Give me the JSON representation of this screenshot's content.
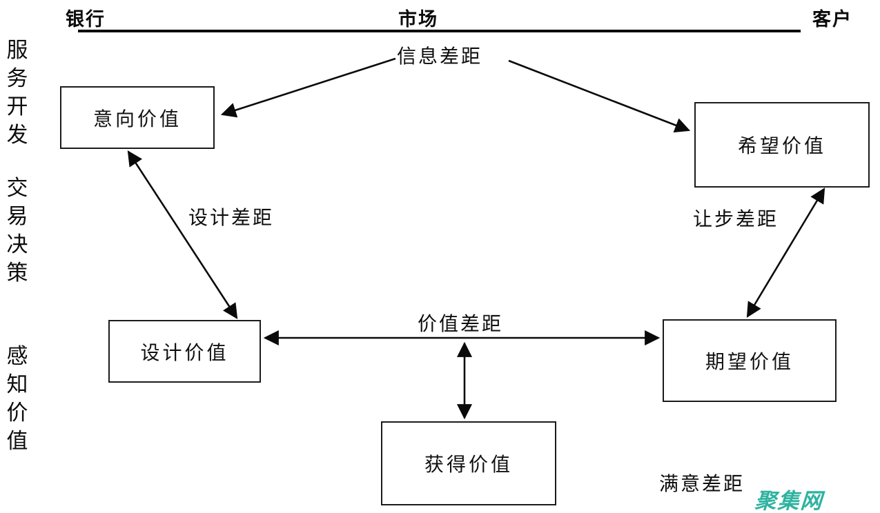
{
  "header": {
    "bank": "银行",
    "market": "市场",
    "customer": "客户"
  },
  "side_labels": [
    "服务开发",
    "交易决策",
    "感知价值"
  ],
  "nodes": {
    "intent": "意向价值",
    "hope": "希望价值",
    "design": "设计价值",
    "expect": "期望价值",
    "obtain": "获得价值"
  },
  "gaps": {
    "information": "信息差距",
    "design": "设计差距",
    "concession": "让步差距",
    "value": "价值差距",
    "satisfaction": "满意差距"
  },
  "watermark": {
    "text": "聚集网",
    "color": "#2fb3a0"
  },
  "colors": {
    "ink": "#0a0a0a",
    "background": "#ffffff"
  }
}
